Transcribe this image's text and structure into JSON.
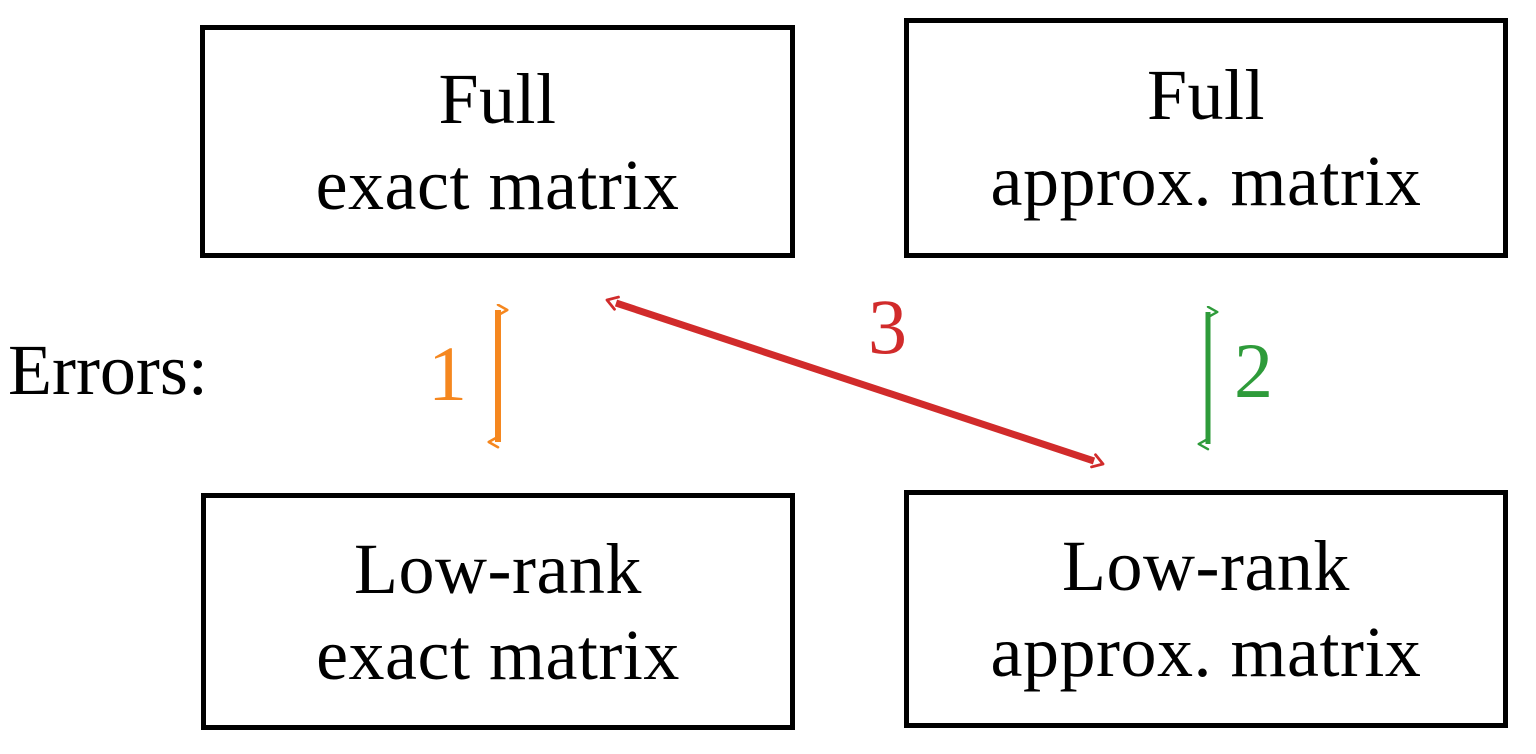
{
  "diagram": {
    "title_text": "Errors:",
    "boxes": [
      {
        "id": "full-exact-matrix",
        "line1": "Full",
        "line2": "exact matrix",
        "position": "top-left"
      },
      {
        "id": "full-approx-matrix",
        "line1": "Full",
        "line2": "approx. matrix",
        "position": "top-right"
      },
      {
        "id": "low-rank-exact-matrix",
        "line1": "Low-rank",
        "line2": "exact matrix",
        "position": "bottom-left"
      },
      {
        "id": "low-rank-approx-matrix",
        "line1": "Low-rank",
        "line2": "approx. matrix",
        "position": "bottom-right"
      }
    ],
    "arrows": [
      {
        "id": "error-1",
        "label": "1",
        "color": "#F5871F",
        "orientation": "vertical-double",
        "connects": "full-exact-matrix <-> low-rank-exact-matrix"
      },
      {
        "id": "error-2",
        "label": "2",
        "color": "#2E9B3A",
        "orientation": "vertical-double",
        "connects": "full-approx-matrix <-> low-rank-approx-matrix"
      },
      {
        "id": "error-3",
        "label": "3",
        "color": "#D12B2B",
        "orientation": "diagonal-double",
        "connects": "full-exact-matrix <-> low-rank-approx-matrix"
      }
    ],
    "colors": {
      "box_border": "#000000",
      "box_fill": "#ffffff",
      "text": "#000000",
      "background": "#ffffff"
    }
  }
}
